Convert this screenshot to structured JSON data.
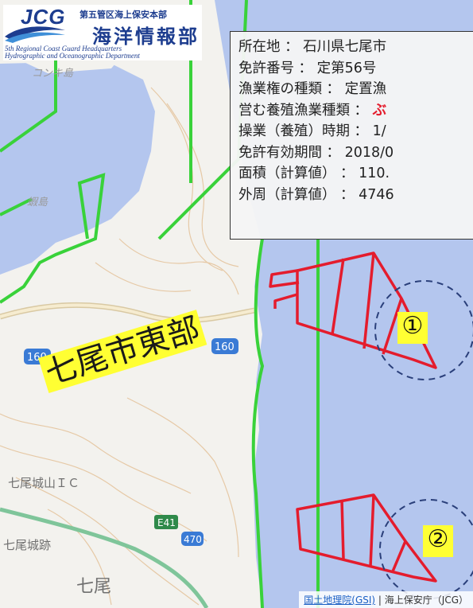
{
  "logo": {
    "acronym": "JCG",
    "region": "第五管区海上保安本部",
    "department": "海洋情報部",
    "english_line1": "5th Regional Coast Guard Headquarters",
    "english_line2": "Hydrographic and Oceanographic Department"
  },
  "info_panel": {
    "rows": [
      {
        "label": "所在地 ： ",
        "value": "石川県七尾市",
        "highlight": false
      },
      {
        "label": "免許番号 ： ",
        "value": "定第56号",
        "highlight": false
      },
      {
        "label": "漁業権の種類 ： ",
        "value": "定置漁",
        "highlight": false
      },
      {
        "label": "営む養殖漁業種類 ： ",
        "value": "ぶ",
        "highlight": true
      },
      {
        "label": "操業（養殖）時期 ： ",
        "value": "1/",
        "highlight": false
      },
      {
        "label": "免許有効期間 ： ",
        "value": "2018/0",
        "highlight": false
      },
      {
        "label": "面積（計算値） ： ",
        "value": "110.",
        "highlight": false
      },
      {
        "label": "外周（計算値） ： ",
        "value": "4746",
        "highlight": false
      }
    ]
  },
  "area_label": "七尾市東部",
  "markers": [
    {
      "label": "①"
    },
    {
      "label": "②"
    }
  ],
  "map_labels": {
    "island_north": "コンキ島",
    "island": "蝦島",
    "road_160a": "160",
    "road_160b": "160",
    "ic": "七尾城山ＩＣ",
    "castle": "七尾城跡",
    "e41": "E41",
    "r470": "470",
    "town": "七尾"
  },
  "attribution": {
    "gsi_link": "国土地理院(GSI)",
    "separator": " | ",
    "jcg": "海上保安庁（JCG）"
  },
  "colors": {
    "sea": "#b4c6ee",
    "land": "#f3f2ee",
    "boundary": "#39d23a",
    "fishery_zone": "#e41c2d",
    "marker_circle": "#2a3f7a",
    "highlight": "#ffff33"
  }
}
